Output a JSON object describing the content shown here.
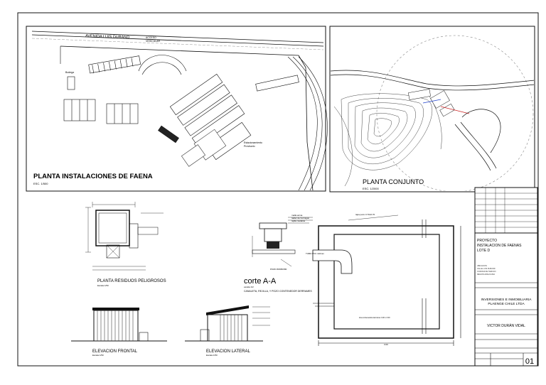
{
  "views": {
    "site_plan": {
      "title": "PLANTA INSTALACIONES DE FAENA",
      "scale": "ESC. 1/500"
    },
    "overall_plan": {
      "title": "PLANTA CONJUNTO",
      "scale": "ESC. 1/2000"
    },
    "waste_plan": {
      "title": "PLANTA RESIDUOS  PELIGROSOS",
      "scale": "Escala 1/50"
    },
    "section": {
      "title": "corte A-A",
      "scale": "escala 1/2",
      "subtitle": "CANALETA, REJILLA, Y POZO CONTENEDOR DERRAMES"
    },
    "front_elevation": {
      "title": "ELEVACION FRONTAL",
      "scale": "Escala 1/50"
    },
    "side_elevation": {
      "title": "ELEVACION LATERAL",
      "scale": "Escala 1/50"
    }
  },
  "street": {
    "name": "AVENIDA LUIS DURAND",
    "access": "ACCESO",
    "access2": "VEHICULAR"
  },
  "title_block": {
    "project_label": "PROYECTO",
    "project_line1": "INSTALACION DE FAENAS",
    "project_line2": "LOTE D",
    "owner": "INVERSIONES E INMOBILIARIA",
    "owner_line2": "PLAENGE CHILE LTDA",
    "architect": "VICTOR DURÁN VIDAL",
    "sheet_number": "01"
  },
  "colors": {
    "line": "#111111",
    "grid_red": "#cc2222",
    "accent_blue": "#2244cc",
    "dash": "#888888"
  }
}
